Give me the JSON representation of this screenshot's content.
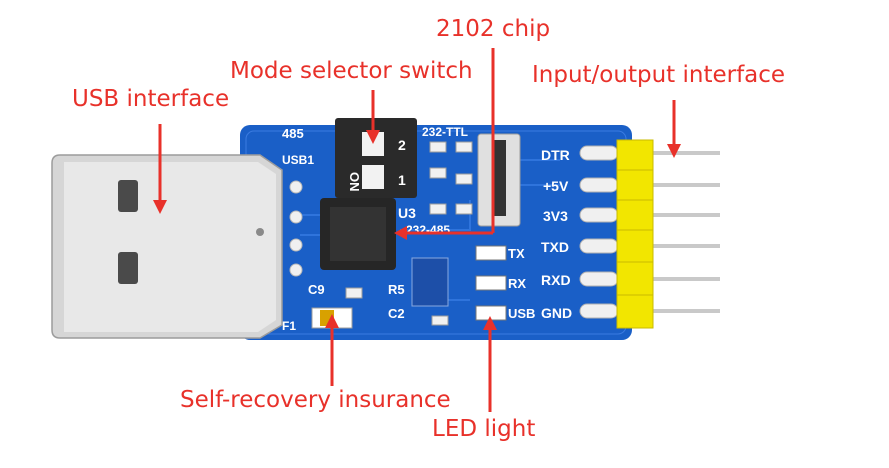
{
  "callouts": {
    "usb_interface": "USB interface",
    "mode_selector": "Mode selector switch",
    "chip": "2102 chip",
    "io_interface": "Input/output interface",
    "fuse": "Self-recovery insurance",
    "led": "LED light"
  },
  "silkscreen": {
    "mode_485": "485",
    "mode_232_ttl": "232-TTL",
    "usb1": "USB1",
    "switch_on": "ON",
    "switch_1": "1",
    "switch_2": "2",
    "u3": "U3",
    "u3_sub": "232-485",
    "c9": "C9",
    "r5": "R5",
    "c2": "C2",
    "f1": "F1",
    "pins": [
      "DTR",
      "+5V",
      "3V3",
      "TXD",
      "RXD",
      "GND"
    ],
    "led_tx": "TX",
    "led_rx": "RX",
    "usb_label": "USB"
  },
  "colors": {
    "callout": "#e8312a",
    "pcb": "#1a5fc7",
    "header": "#f2e600",
    "pin": "#c8c8c8",
    "usb_metal": "#d6d6d6"
  }
}
